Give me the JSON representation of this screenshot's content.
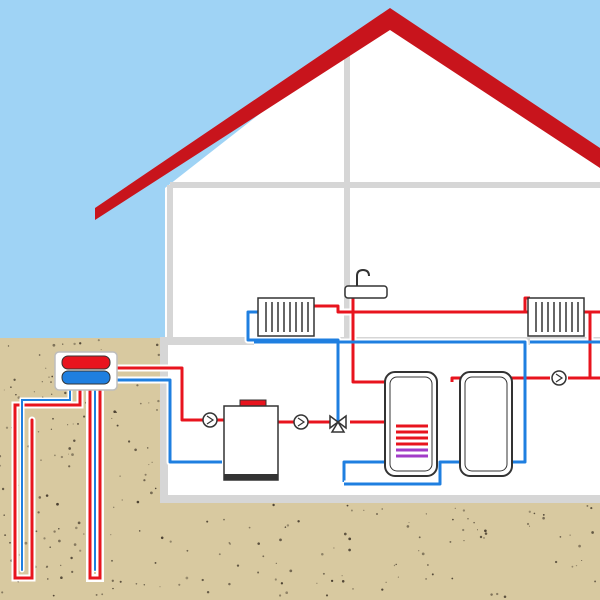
{
  "diagram": {
    "colors": {
      "sky": "#9fd3f5",
      "ground": "#d8c9a0",
      "ground_speckle": "#3a3024",
      "roof": "#c8141c",
      "wall": "#ffffff",
      "frame": "#d6d6d6",
      "hot_pipe": "#e8141e",
      "cold_pipe": "#1f7fe0",
      "outline": "#333333",
      "purple_coil": "#a23cc8"
    },
    "components": [
      {
        "id": "ground-heat-exchanger",
        "icon": "manifold-icon"
      },
      {
        "id": "ground-loop-probe-left",
        "icon": "u-loop-icon"
      },
      {
        "id": "ground-loop-probe-right",
        "icon": "u-loop-icon"
      },
      {
        "id": "heat-pump-unit",
        "icon": "boiler-icon"
      },
      {
        "id": "circulation-pump-left",
        "icon": "pump-icon"
      },
      {
        "id": "circulation-pump-mid",
        "icon": "pump-icon"
      },
      {
        "id": "circulation-pump-right",
        "icon": "pump-icon"
      },
      {
        "id": "three-way-valve",
        "icon": "valve-icon"
      },
      {
        "id": "hot-water-storage-tank",
        "icon": "tank-coil-icon"
      },
      {
        "id": "buffer-tank",
        "icon": "tank-icon"
      },
      {
        "id": "radiator-left",
        "icon": "radiator-icon"
      },
      {
        "id": "radiator-right",
        "icon": "radiator-icon"
      },
      {
        "id": "sink-tap",
        "icon": "faucet-icon"
      }
    ]
  }
}
